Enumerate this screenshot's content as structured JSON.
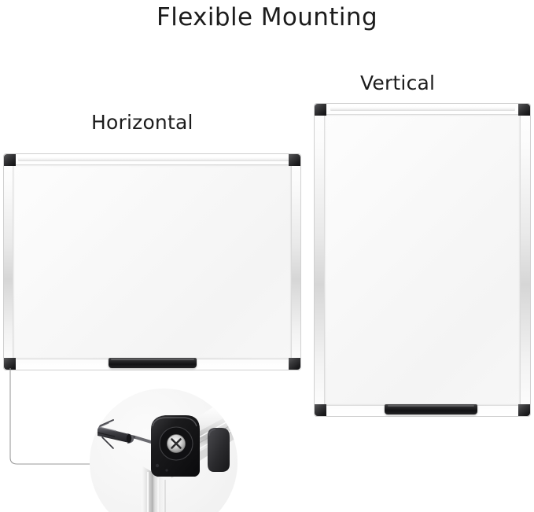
{
  "page": {
    "title": "Flexible Mounting",
    "background_color": "#ffffff"
  },
  "boards": [
    {
      "id": "horizontal",
      "label": "Horizontal",
      "orientation": "landscape",
      "frame_color": "#d9d9d9",
      "surface_color": "#f7f7f7",
      "corner_cap_color": "#1d1d1f",
      "tray_color": "#161618",
      "has_marker_tray": true,
      "corner_caps": [
        "top-left",
        "top-right",
        "bottom-left",
        "bottom-right"
      ]
    },
    {
      "id": "vertical",
      "label": "Vertical",
      "orientation": "portrait",
      "frame_color": "#d9d9d9",
      "surface_color": "#f7f7f7",
      "corner_cap_color": "#1d1d1f",
      "tray_color": "#161618",
      "has_marker_tray": true,
      "corner_caps": [
        "top-left",
        "top-right",
        "bottom-left",
        "bottom-right"
      ]
    }
  ],
  "callout": {
    "name": "corner-mounting-detail",
    "shape": "circle",
    "background_color": "#f4f4f4",
    "leader_line_color": "#9a9a9a",
    "parts": [
      {
        "name": "wall-anchor-plug",
        "color": "#3c3c40"
      },
      {
        "name": "mounting-screw",
        "color": "#5a5a5e"
      },
      {
        "name": "corner-bracket",
        "color": "#151517"
      },
      {
        "name": "phillips-screw-head",
        "color": "#d7d7d7"
      },
      {
        "name": "corner-cover-cap",
        "color": "#2e2e31"
      },
      {
        "name": "aluminium-frame-profile",
        "color": "#dcdcdc"
      }
    ]
  },
  "colors": {
    "accent": "#1d1d1f",
    "aluminium_light": "#ffffff",
    "aluminium_mid": "#d6d6d6",
    "aluminium_shadow": "#bdbdbd",
    "text": "#1c1c1c"
  }
}
